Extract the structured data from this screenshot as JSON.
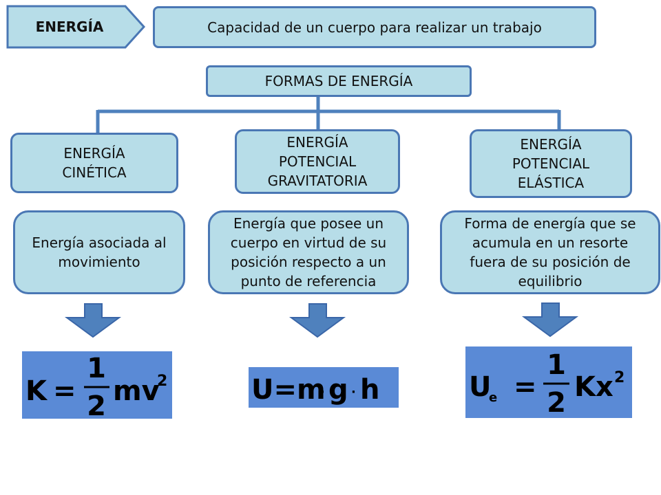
{
  "header": {
    "tag": "ENERGÍA",
    "definition": "Capacidad de un cuerpo para realizar un trabajo"
  },
  "forms_title": "FORMAS DE ENERGÍA",
  "types": [
    {
      "name": "ENERGÍA CINÉTICA",
      "description": "Energía asociada al movimiento",
      "formula": "K = 1/2 mv²"
    },
    {
      "name": "ENERGÍA POTENCIAL GRAVITATORIA",
      "description": "Energía que posee un cuerpo en virtud de su posición respecto a un punto de referencia",
      "formula": "U=m·g·h"
    },
    {
      "name": "ENERGÍA POTENCIAL ELÁSTICA",
      "description": "Forma de energía que se acumula en un resorte fuera de su posición de equilibrio",
      "formula": "Ue = 1/2 Kx²"
    }
  ],
  "colors": {
    "box_fill": "#b7dde8",
    "box_border": "#4a77b4",
    "arrow": "#4f81bd",
    "formula_bg": "#5a8ad6",
    "connector": "#4f81bd"
  }
}
